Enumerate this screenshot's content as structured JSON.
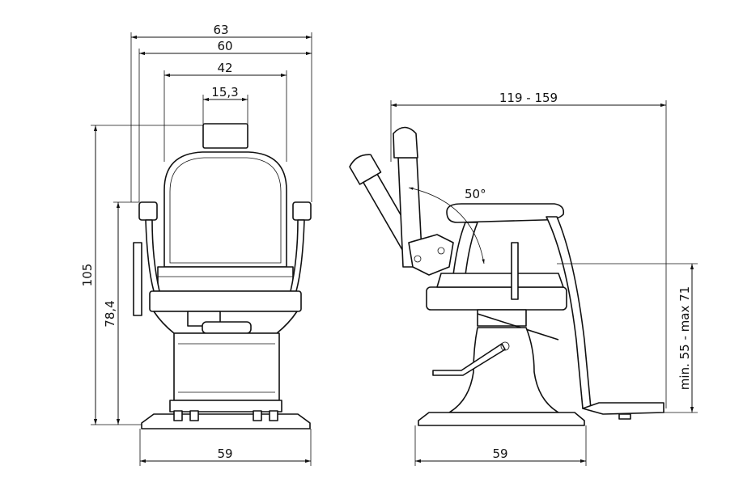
{
  "front_view": {
    "width_overall": "63",
    "width_armrests": "60",
    "width_backrest": "42",
    "width_headrest": "15,3",
    "height_overall": "105",
    "height_armrest": "78,4",
    "base_width": "59"
  },
  "side_view": {
    "depth_range": "119 - 159",
    "recline_angle": "50°",
    "seat_height_range": "min. 55 - max 71",
    "base_width": "59"
  }
}
